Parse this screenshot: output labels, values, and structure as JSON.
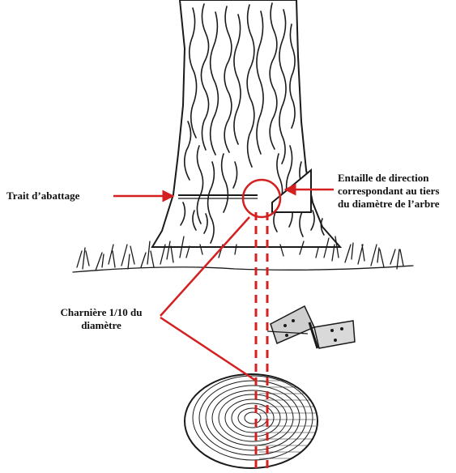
{
  "labels": {
    "felling_cut": "Trait d’abattage",
    "notch_line1": "Entaille de direction",
    "notch_line2": "correspondant au tiers",
    "notch_line3": "du diamètre de l’arbre",
    "hinge_line1": "Charnière 1/10 du",
    "hinge_line2": "diamètre"
  },
  "colors": {
    "annotation": "#d42020",
    "ink": "#1a1a1a",
    "hinge_plate": "#cfcfcf"
  }
}
